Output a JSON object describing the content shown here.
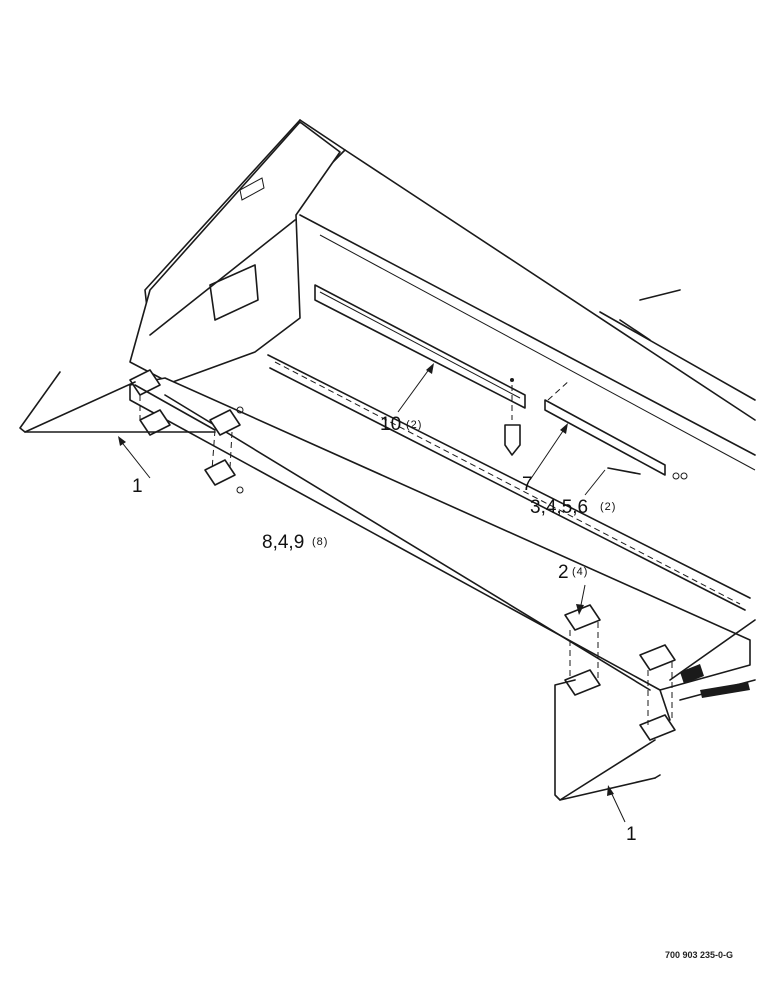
{
  "callouts": {
    "c1_left": "1",
    "c1_right": "1",
    "c10": "10",
    "c10_qty": "(2)",
    "c7": "7",
    "c3456": "3,4,5,6",
    "c3456_qty": "(2)",
    "c849": "8,4,9",
    "c849_qty": "(8)",
    "c2": "2",
    "c2_qty": "(4)"
  },
  "drawing_number": "700 903 235-0-G"
}
